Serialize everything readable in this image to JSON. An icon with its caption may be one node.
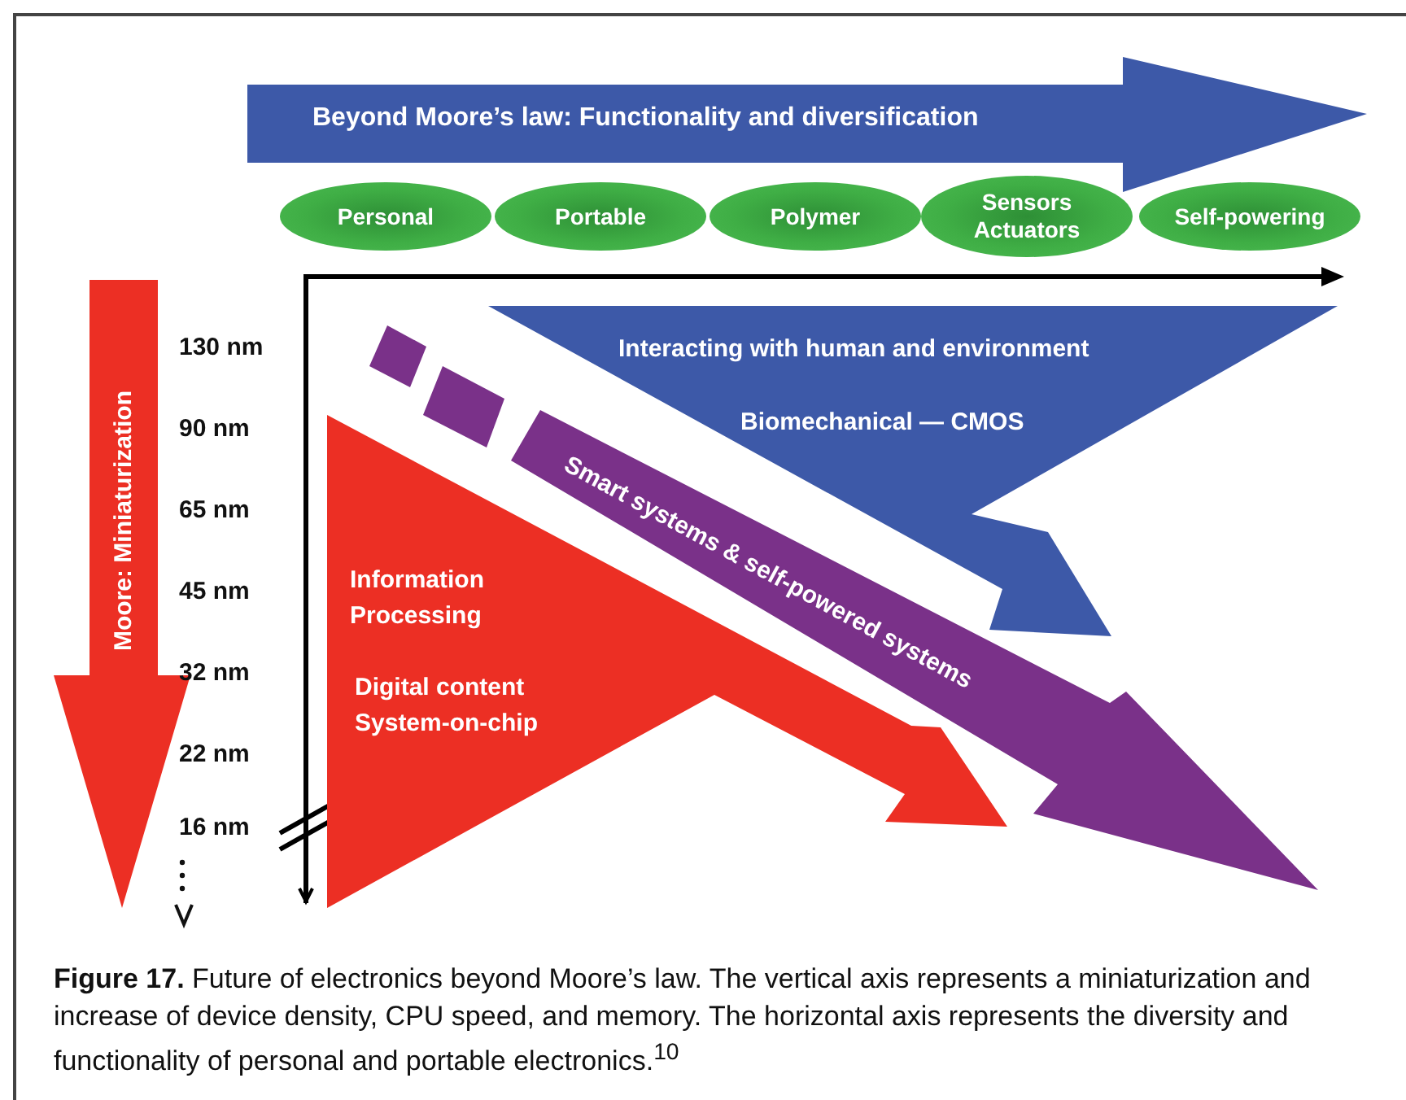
{
  "diagram": {
    "caption": "**Figure 17.** Future of electronics beyond Moore’s law. The vertical axis represents a miniaturization and increase of device density, CPU speed, and memory. The horizontal axis represents the diversity and functionality of personal and portable electronics.$^{10}$",
    "nodes": [
      {
        "text": [
          "Beyond Moore’s law:  Functionality and  diversification"
        ]
      },
      {
        "text": [
          "Personal"
        ]
      },
      {
        "text": [
          "Portable"
        ]
      },
      {
        "text": [
          "Polymer"
        ]
      },
      {
        "text": [
          "Sensors Actuators"
        ]
      },
      {
        "text": [
          "Self-powering"
        ]
      },
      {
        "text": [
          "Moore:  Miniaturization"
        ]
      },
      {
        "text": [
          "Interacting with human and environment",
          "Biomechanical — CMOS"
        ]
      },
      {
        "text": [
          "Smart systems & self-powered systems"
        ]
      },
      {
        "text": [
          "Information Processing",
          "Digital content System-on-chip"
        ]
      }
    ],
    "edges": [],
    "labels": [
      "130 nm",
      "90 nm",
      "65 nm",
      "45 nm",
      "32 nm",
      "22 nm",
      "16 nm"
    ]
  }
}
